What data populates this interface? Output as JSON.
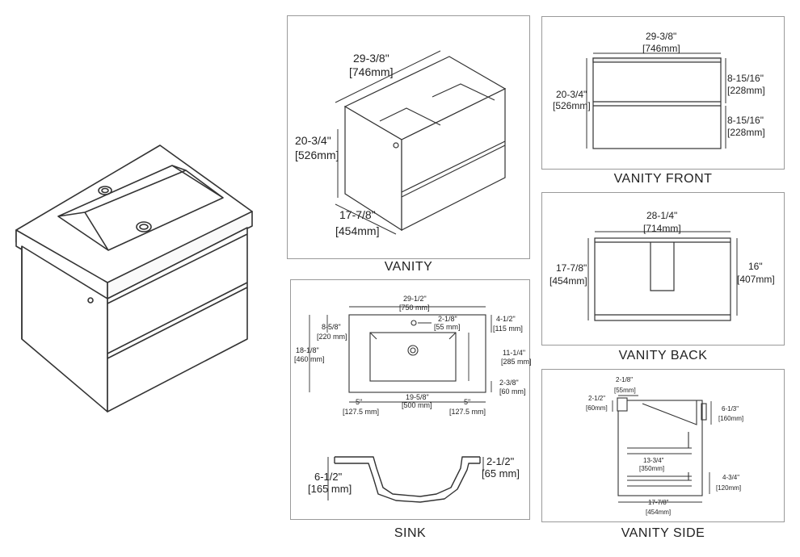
{
  "captions": {
    "vanity": "VANITY",
    "front": "VANITY FRONT",
    "back": "VANITY BACK",
    "sink": "SINK",
    "side": "VANITY SIDE"
  },
  "vanity": {
    "width_in": "29-3/8\"",
    "width_mm": "[746mm]",
    "height_in": "20-3/4\"",
    "height_mm": "[526mm]",
    "depth_in": "17-7/8\"",
    "depth_mm": "[454mm]"
  },
  "front": {
    "width_in": "29-3/8\"",
    "width_mm": "[746mm]",
    "height_in": "20-3/4\"",
    "height_mm": "[526mm]",
    "drawer1_in": "8-15/16\"",
    "drawer1_mm": "[228mm]",
    "drawer2_in": "8-15/16\"",
    "drawer2_mm": "[228mm]"
  },
  "back": {
    "width_in": "28-1/4\"",
    "width_mm": "[714mm]",
    "height_in": "17-7/8\"",
    "height_mm": "[454mm]",
    "right_in": "16\"",
    "right_mm": "[407mm]"
  },
  "sink": {
    "width_in": "29-1/2\"",
    "width_mm": "[750 mm]",
    "tap_off_in": "2-1/8\"",
    "tap_off_mm": "[55 mm]",
    "top_in": "4-1/2\"",
    "top_mm": "[115 mm]",
    "left_upper_in": "8-5/8\"",
    "left_upper_mm": "[220 mm]",
    "left_total_in": "18-1/8\"",
    "left_total_mm": "[460 mm]",
    "basin_h_in": "11-1/4\"",
    "basin_h_mm": "[285 mm]",
    "bottom_in": "2-3/8\"",
    "bottom_mm": "[60 mm]",
    "side_left_in": "5\"",
    "side_left_mm": "[127.5 mm]",
    "basin_w_in": "19-5/8\"",
    "basin_w_mm": "[500 mm]",
    "side_right_in": "5\"",
    "side_right_mm": "[127.5 mm]",
    "sec_h_in": "6-1/2\"",
    "sec_h_mm": "[165 mm]",
    "sec_rim_in": "2-1/2\"",
    "sec_rim_mm": "[65 mm]"
  },
  "side": {
    "top_in": "2-1/8\"",
    "top_mm": "[55mm]",
    "left_in": "2-1/2\"",
    "left_mm": "[60mm]",
    "right_in": "6-1/3\"",
    "right_mm": "[160mm]",
    "drawer_in": "13-3/4\"",
    "drawer_mm": "[350mm]",
    "lower_in": "4-3/4\"",
    "lower_mm": "[120mm]",
    "depth_in": "17-7/8\"",
    "depth_mm": "[454mm]"
  }
}
